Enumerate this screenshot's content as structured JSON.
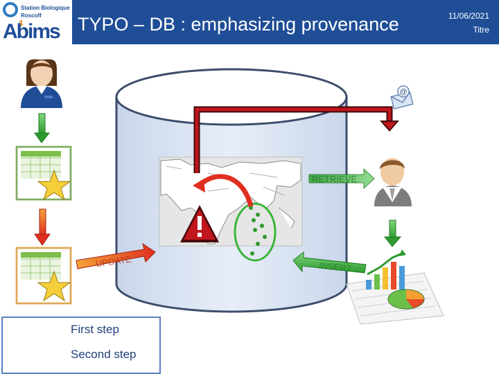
{
  "header": {
    "logo": {
      "line1": "·······",
      "line2": "Station Biologique",
      "line3": "Roscoff",
      "name": "Abims",
      "sup": "4"
    },
    "title": "TYPO – DB : emphasizing provenance",
    "date": "11/06/2021",
    "slide_label": "Titre"
  },
  "labels": {
    "retrieve": "RETRIEVE",
    "update": "UPDATE",
    "insert": "INSERT"
  },
  "legend": {
    "first_step": "First step",
    "second_step": "Second step"
  },
  "colors": {
    "header_bg": "#1f4e97",
    "green_arrow": "#4caf50",
    "red_arrow": "#e53935",
    "dark_red_arrow": "#8b1a1a",
    "orange_arrow": "#f29d38",
    "cylinder_fill": "#dde6f3",
    "cylinder_stroke": "#3d4d6b"
  },
  "icons": [
    "female-user-icon",
    "male-user-icon",
    "spreadsheet-star-icon",
    "email-icon",
    "warning-icon",
    "chart-report-icon",
    "world-map"
  ]
}
